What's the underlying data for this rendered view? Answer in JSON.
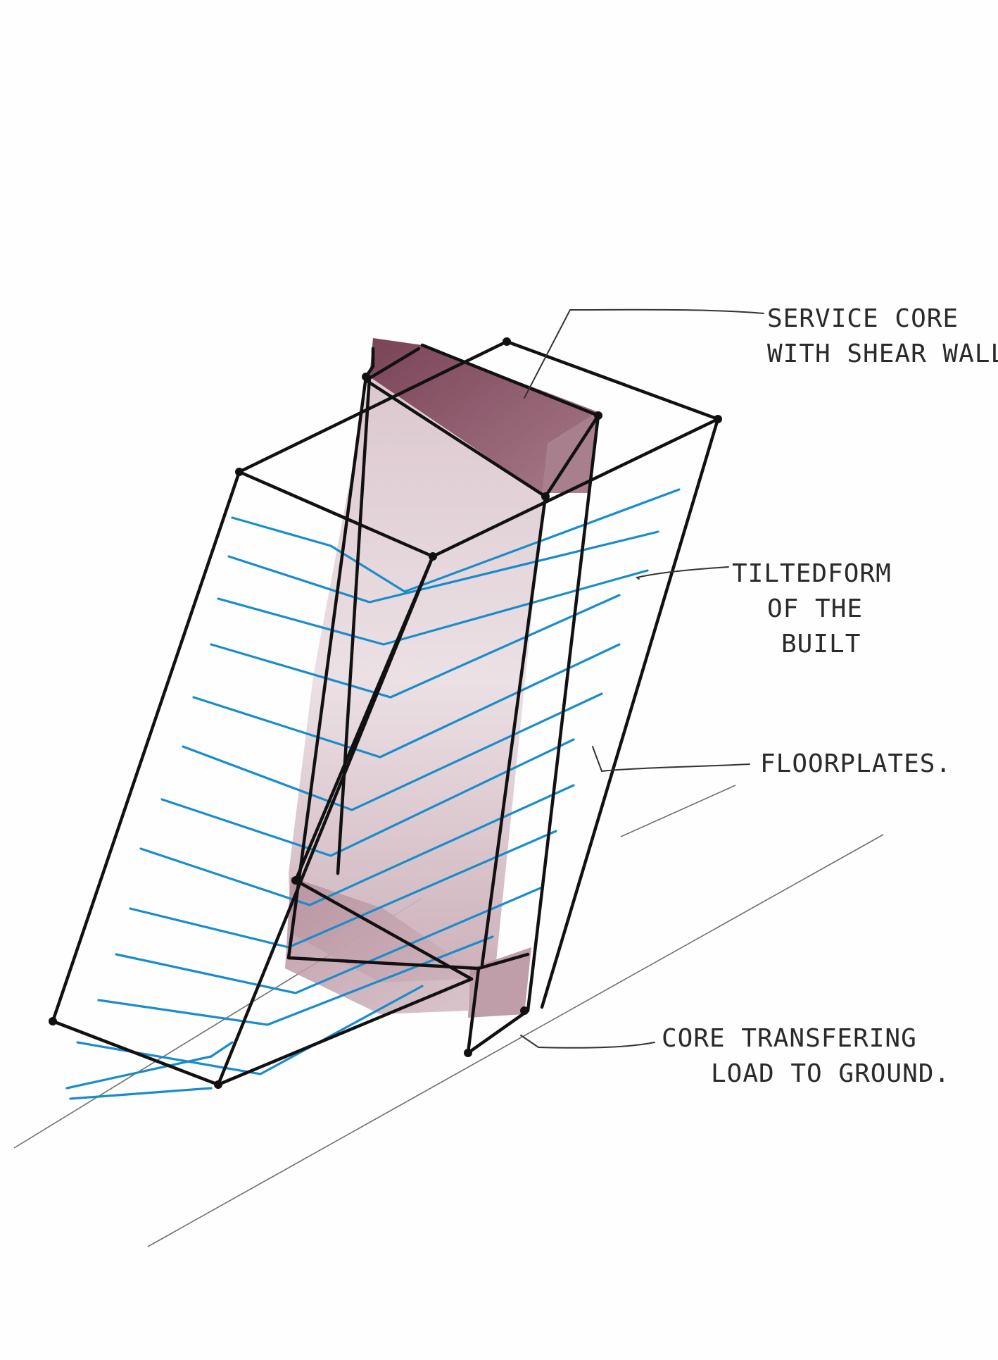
{
  "annotations": {
    "service_core": {
      "line1": "SERVICE CORE",
      "line2": "WITH SHEAR WALLS"
    },
    "tilted_form": {
      "line1": "TILTEDFORM",
      "line2": "OF THE",
      "line3": "BUILT"
    },
    "floorplates": {
      "line1": "FLOORPLATES."
    },
    "core_transfer": {
      "line1": "CORE TRANSFERING",
      "line2": "LOAD TO GROUND."
    }
  },
  "colors": {
    "outline": "#111111",
    "core_fill": "#c9aab4",
    "core_top": "#7e4a5c",
    "floorplate": "#1e8fc8",
    "leader": "#333333",
    "ground": "#777777"
  }
}
